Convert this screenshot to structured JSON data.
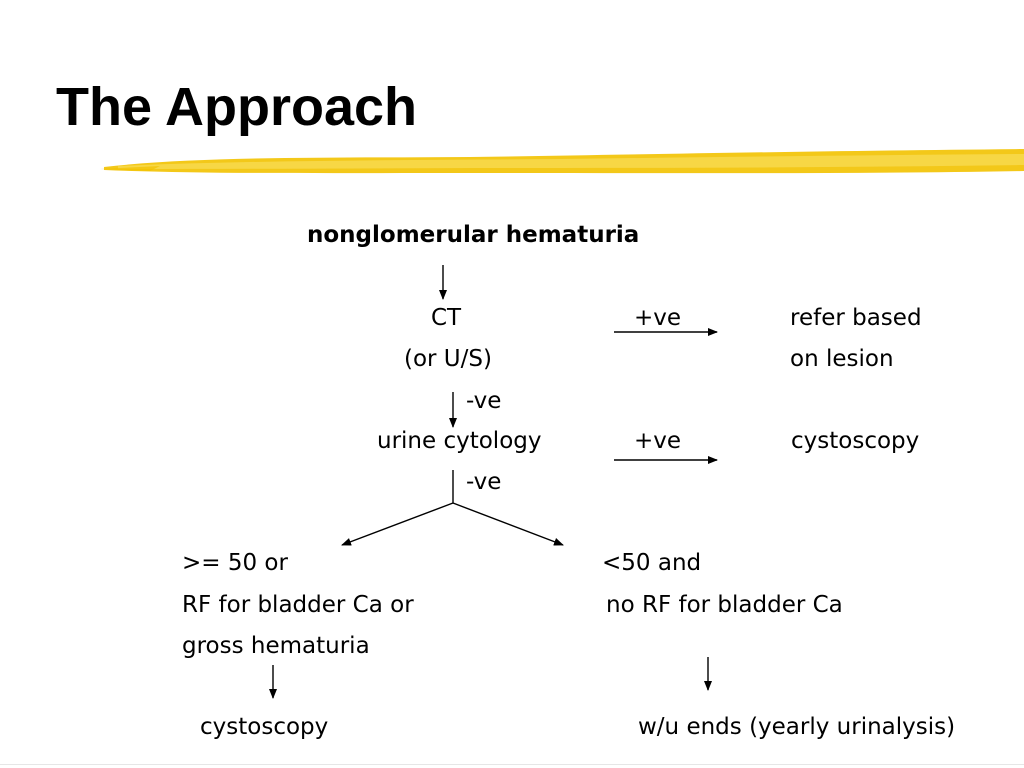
{
  "slide": {
    "title": "The Approach"
  },
  "colors": {
    "accent_underline": "#f2c200",
    "text": "#000000"
  },
  "flowchart": {
    "start": "nonglomerular hematuria",
    "imaging": {
      "line1": "CT",
      "line2": "(or U/S)",
      "positive_label": "+ve",
      "positive_outcome_line1": "refer based",
      "positive_outcome_line2": "on lesion",
      "negative_label": "-ve"
    },
    "cytology": {
      "label": "urine cytology",
      "positive_label": "+ve",
      "positive_outcome": "cystoscopy",
      "negative_label": "-ve"
    },
    "high_risk_branch": {
      "line1": ">= 50 or",
      "line2": "RF for bladder Ca or",
      "line3": "gross hematuria",
      "outcome": "cystoscopy"
    },
    "low_risk_branch": {
      "line1": "<50 and",
      "line2": "no RF for bladder Ca",
      "outcome": "w/u ends (yearly urinalysis)"
    }
  }
}
